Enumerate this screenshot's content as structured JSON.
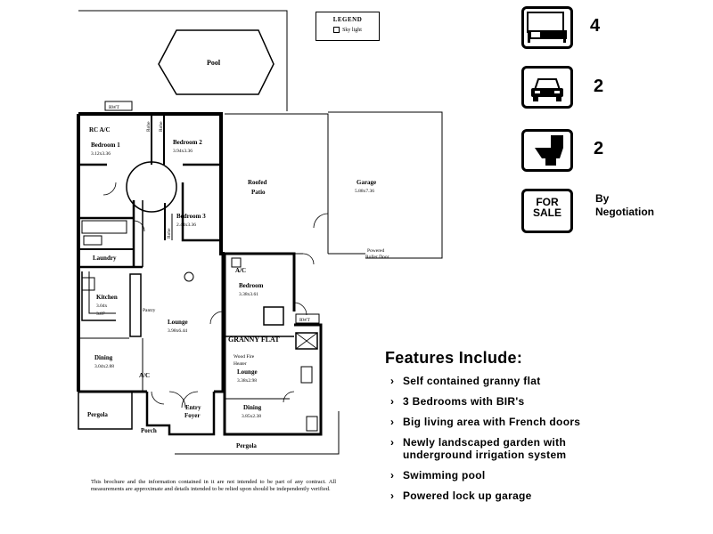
{
  "legend": {
    "title": "LEGEND",
    "item": "Sky light"
  },
  "pool": "Pool",
  "labels": {
    "rwt_top": "RWT",
    "rc_ac": "RC A/C",
    "bedroom1": "Bedroom 1",
    "bedroom1_dim": "3.12x3.36",
    "bedroom2": "Bedroom 2",
    "bedroom2_dim": "3.94x3.36",
    "bedroom3": "Bedroom 3",
    "bedroom3_dim": "2.44x3.36",
    "robe": "Robe",
    "laundry": "Laundry",
    "kitchen": "Kitchen",
    "kitchen_dim1": "3.04x",
    "kitchen_dim2": "3.87",
    "pantry": "Pantry",
    "lounge": "Lounge",
    "lounge_dim": "3.98x6.44",
    "dining": "Dining",
    "dining_dim": "3.04x2.88",
    "ac": "A/C",
    "entry": "Entry",
    "foyer": "Foyer",
    "porch": "Porch",
    "pergola_left": "Pergola",
    "pergola_bottom": "Pergola",
    "roofed": "Roofed",
    "patio": "Patio",
    "garage": "Garage",
    "garage_dim": "5.88x7.36",
    "powered": "Powered",
    "roller_door": "Roller Door",
    "ac2": "A/C",
    "gf_bedroom": "Bedroom",
    "gf_bedroom_dim": "3.38x3.61",
    "rwt_right": "RWT",
    "granny_flat": "GRANNY FLAT",
    "gf_lounge_note1": "Wood Fire",
    "gf_lounge_note2": "Heater",
    "gf_lounge": "Lounge",
    "gf_lounge_dim": "3.38x2.98",
    "gf_dining": "Dining",
    "gf_dining_dim": "3.85x2.38"
  },
  "icons": {
    "bedrooms": {
      "icon": "bed-icon",
      "value": "4"
    },
    "garage": {
      "icon": "car-icon",
      "value": "2"
    },
    "bathrooms": {
      "icon": "toilet-icon",
      "value": "2"
    },
    "sale": {
      "icon": "for-sale-sign-icon",
      "line1": "FOR",
      "line2": "SALE",
      "text1": "By",
      "text2": "Negotiation"
    }
  },
  "features": {
    "heading": "Features Include:",
    "items": [
      "Self contained granny flat",
      "3 Bedrooms with BIR's",
      "Big living area with French doors",
      "Newly landscaped garden with underground irrigation system",
      "Swimming pool",
      "Powered lock up garage"
    ]
  },
  "disclaimer": "This brochure and the information contained in it are not intended to be part of any contract. All measurements are approximate and details intended to be relied upon should be independently verified."
}
